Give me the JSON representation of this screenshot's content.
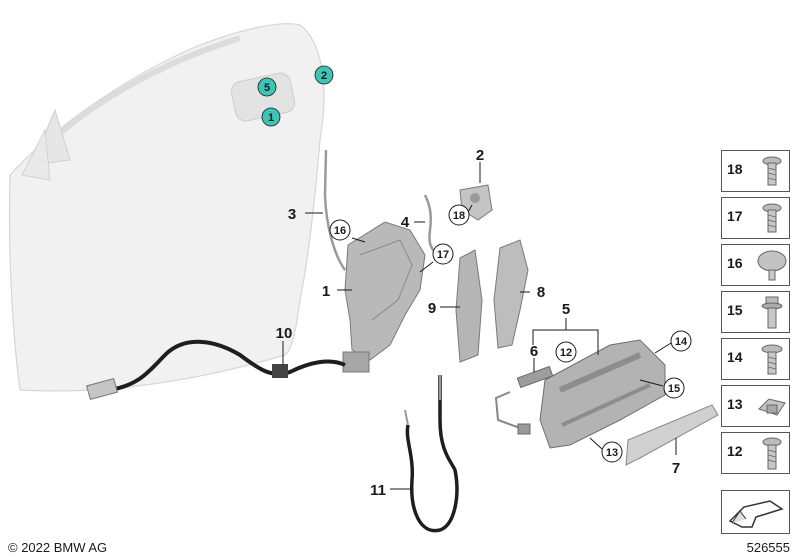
{
  "callouts": {
    "c1": "1",
    "c2": "2",
    "c3": "3",
    "c4": "4",
    "c5": "5",
    "c6": "6",
    "c7": "7",
    "c8": "8",
    "c9": "9",
    "c10": "10",
    "c11": "11",
    "r12": "12",
    "r13": "13",
    "r14": "14",
    "r15": "15",
    "r16": "16",
    "r17": "17",
    "r18": "18",
    "door5": "5",
    "door2": "2",
    "door1": "1"
  },
  "legend": {
    "items": [
      {
        "num": "18",
        "icon": "screw-icon"
      },
      {
        "num": "17",
        "icon": "screw-icon"
      },
      {
        "num": "16",
        "icon": "flat-head-screw-icon"
      },
      {
        "num": "15",
        "icon": "collar-screw-icon"
      },
      {
        "num": "14",
        "icon": "collar-screw-icon"
      },
      {
        "num": "13",
        "icon": "clip-nut-icon"
      },
      {
        "num": "12",
        "icon": "collar-screw-icon"
      }
    ],
    "arrow_icon": "direction-arrow-icon"
  },
  "footer": {
    "copyright": "© 2022 BMW AG",
    "diagram_number": "526555"
  },
  "colors": {
    "teal_marker": "#3ec4b4",
    "part_gray": "#b8b8b8",
    "door_fill": "#f0f0f0"
  }
}
